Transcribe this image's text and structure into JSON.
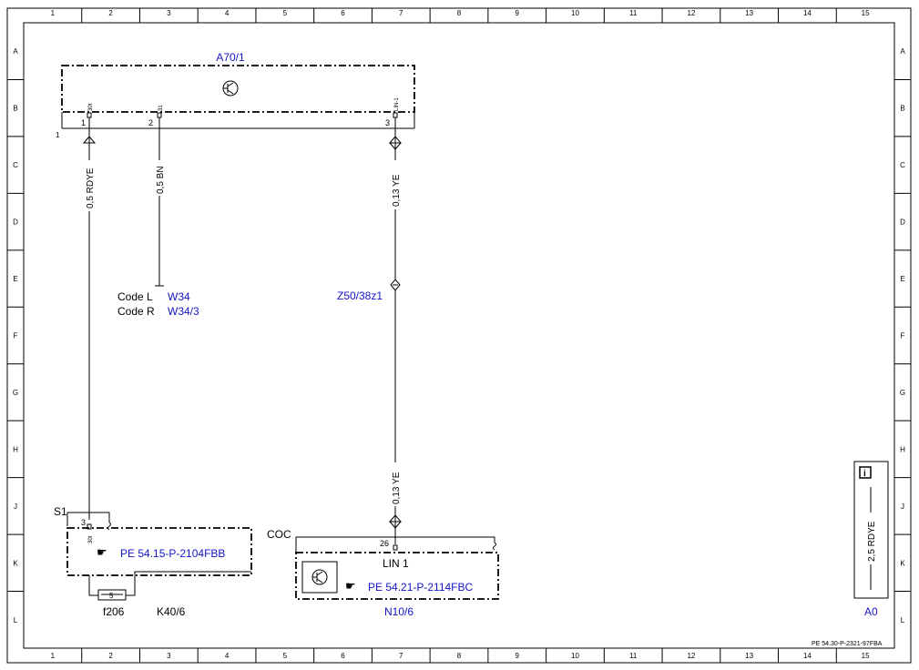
{
  "frame": {
    "columns": [
      "1",
      "2",
      "3",
      "4",
      "5",
      "6",
      "7",
      "8",
      "9",
      "10",
      "11",
      "12",
      "13",
      "14",
      "15"
    ],
    "rows": [
      "A",
      "B",
      "C",
      "D",
      "E",
      "F",
      "G",
      "H",
      "J",
      "K",
      "L"
    ],
    "doc_id": "PE 54.30-P-2321-97FBA"
  },
  "components": {
    "a70": {
      "ref": "A70/1",
      "pins": [
        {
          "num": "1",
          "name": "30t"
        },
        {
          "num": "2",
          "name": "31"
        },
        {
          "num": "3",
          "name": "LIN-1"
        }
      ],
      "ground_mark": "1"
    },
    "s1": {
      "ref": "S1",
      "pin_num": "3",
      "pin_name": "30t",
      "link": "PE 54.15-P-2104FBB",
      "fuse_ref": "f206",
      "fuse_num": "5",
      "relay_ref": "K40/6"
    },
    "n10": {
      "ref": "N10/6",
      "connector": "COC",
      "pin_num": "26",
      "signal": "LIN 1",
      "link": "PE 54.21-P-2114FBC"
    },
    "z50": {
      "ref": "Z50/38z1"
    },
    "ground": {
      "code_l_label": "Code L",
      "code_l_ref": "W34",
      "code_r_label": "Code R",
      "code_r_ref": "W34/3"
    },
    "legend": {
      "info_icon": "info-icon",
      "wire": "2,5 RDYE",
      "ref": "A0"
    }
  },
  "wires": {
    "w1": "0,5 RDYE",
    "w2": "0,5 BN",
    "w3_upper": "0,13 YE",
    "w3_lower": "0,13 YE"
  },
  "colors": {
    "reference": "#1414c8",
    "line": "#000000"
  }
}
